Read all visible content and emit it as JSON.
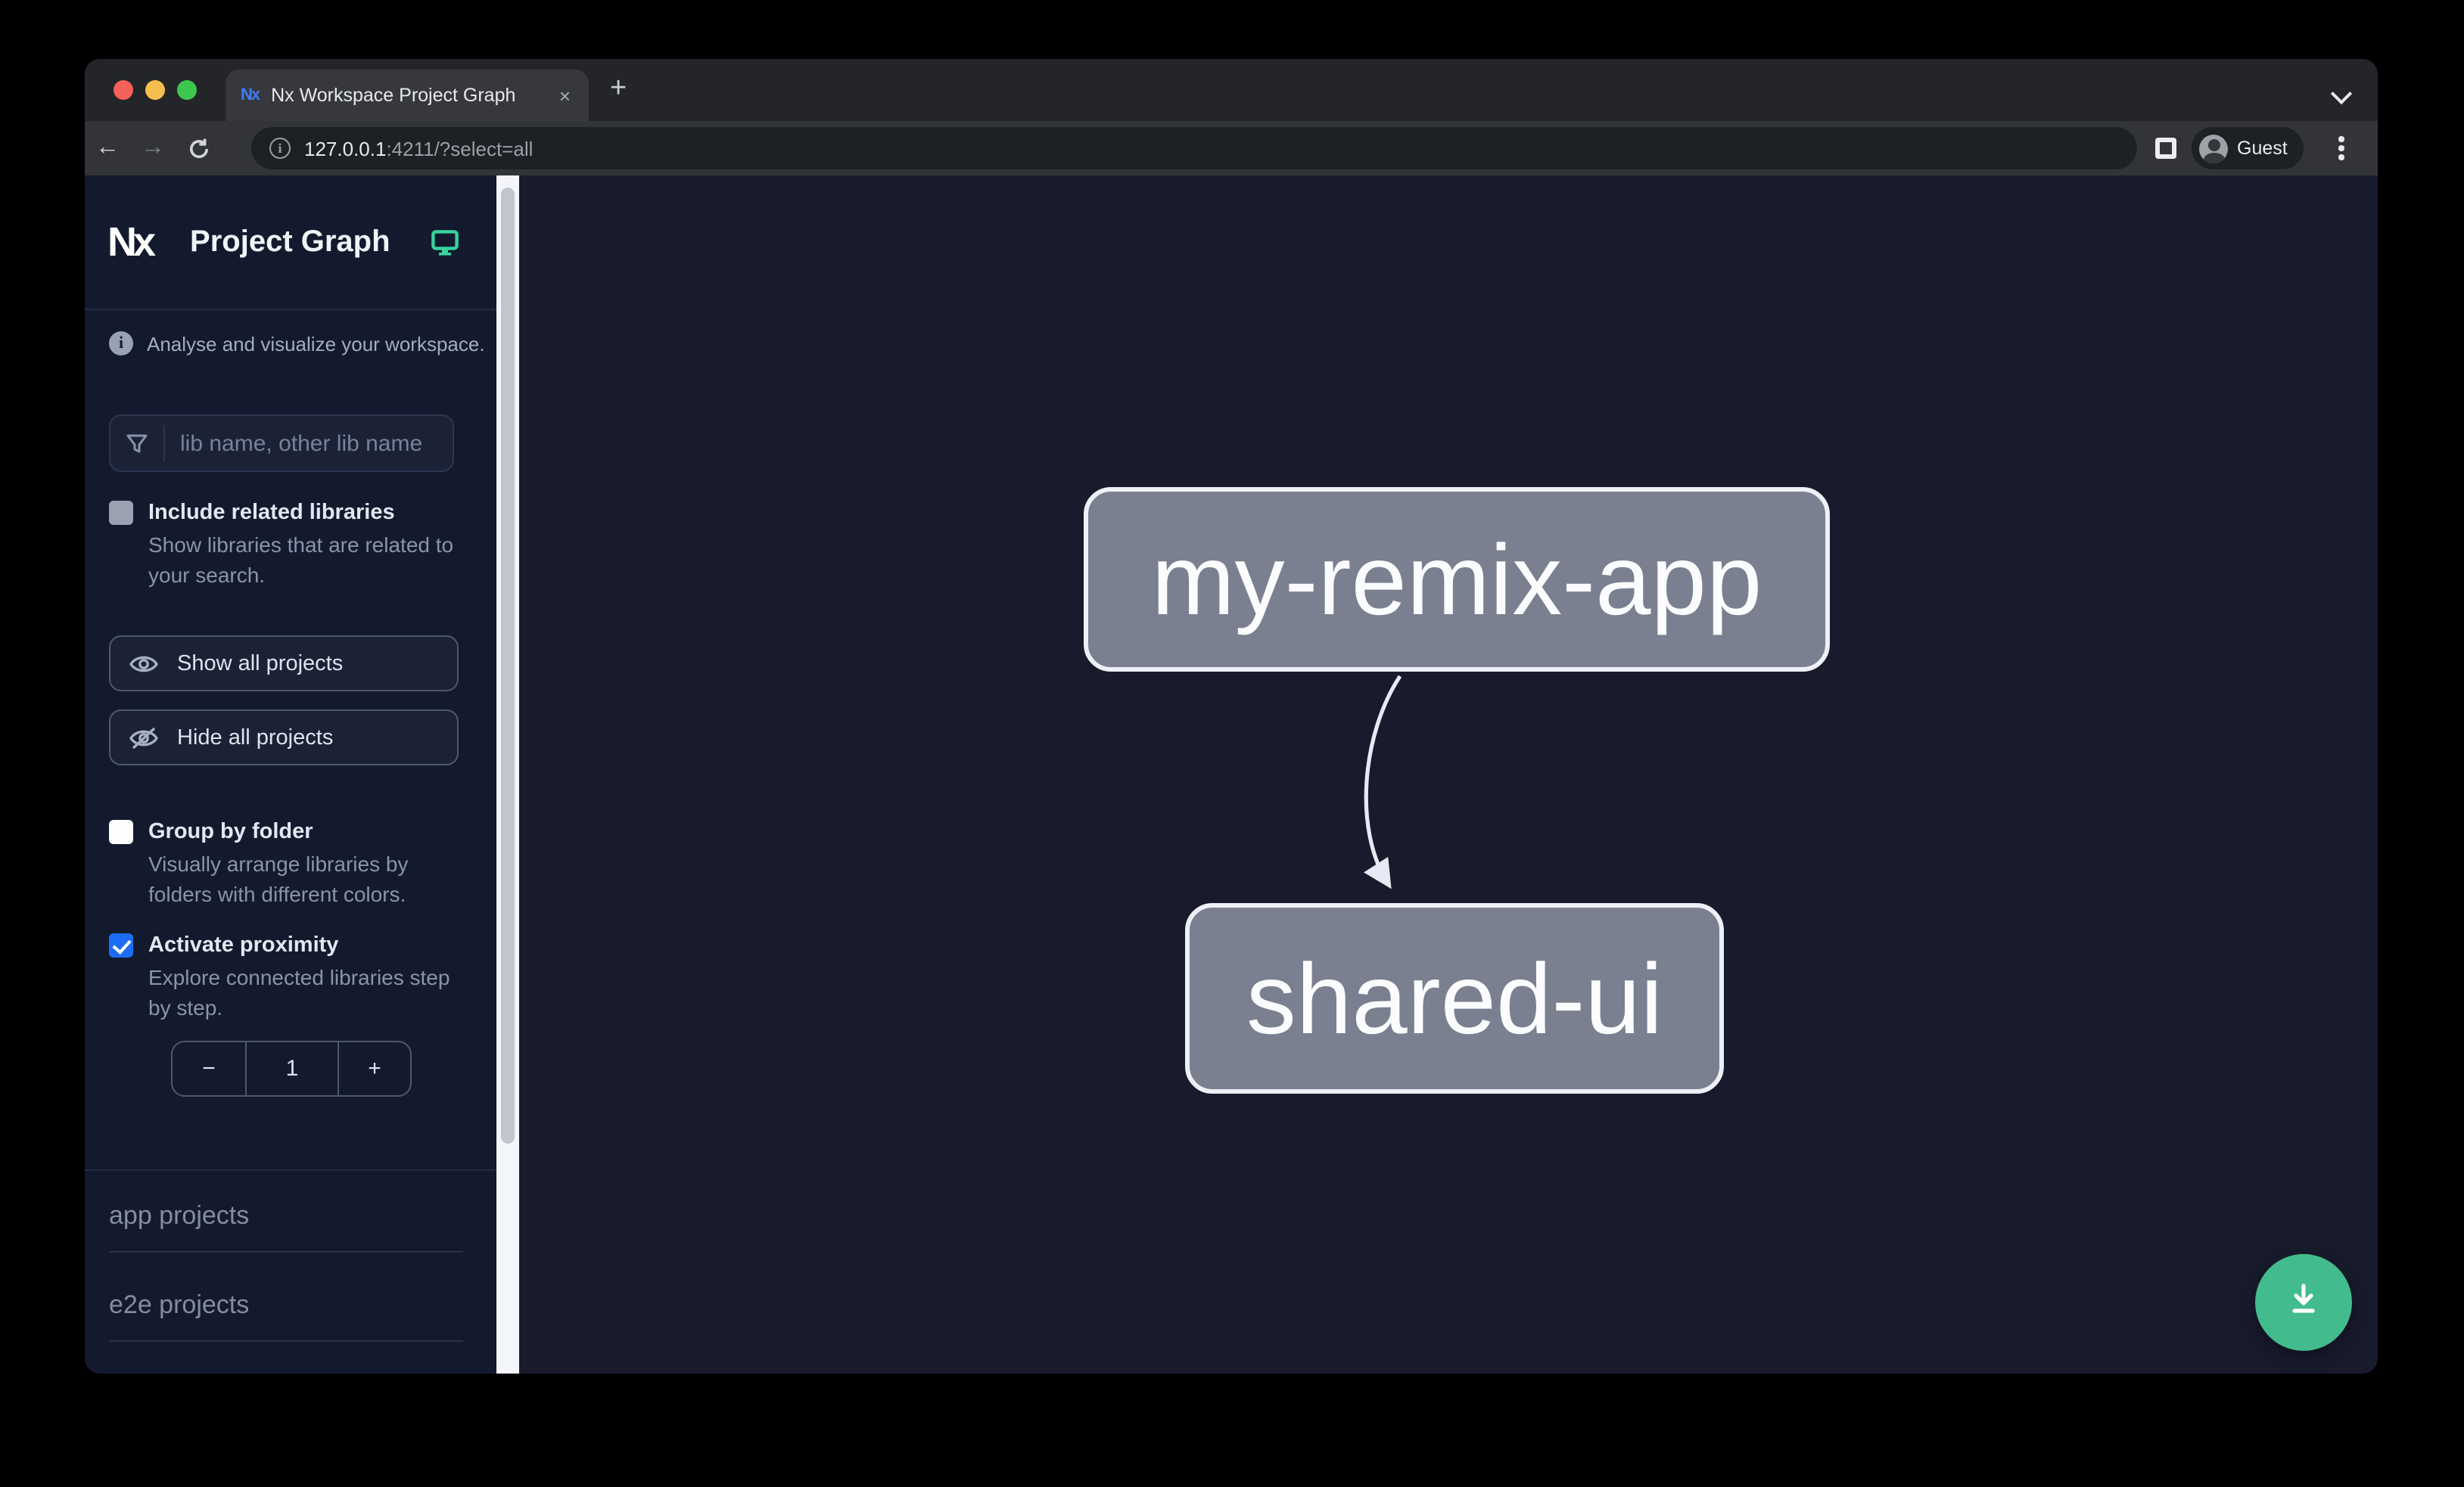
{
  "browser": {
    "tab": {
      "title": "Nx Workspace Project Graph",
      "close_glyph": "×",
      "favicon_text": "Nx"
    },
    "new_tab_glyph": "+",
    "nav": {
      "back_glyph": "←",
      "forward_glyph": "→"
    },
    "url": {
      "host": "127.0.0.1",
      "rest": ":4211/?select=all"
    },
    "profile": {
      "label": "Guest"
    }
  },
  "sidebar": {
    "logo_text": "Nx",
    "title": "Project Graph",
    "tagline": "Analyse and visualize your workspace.",
    "info_glyph": "i",
    "search": {
      "placeholder": "lib name, other lib name"
    },
    "options": [
      {
        "label": "Include related libraries",
        "description": "Show libraries that are related to your search.",
        "checked": false
      },
      {
        "label": "Group by folder",
        "description": "Visually arrange libraries by folders with different colors.",
        "checked": false
      },
      {
        "label": "Activate proximity",
        "description": "Explore connected libraries step by step.",
        "checked": true
      }
    ],
    "buttons": [
      {
        "label": "Show all projects",
        "icon": "eye-icon"
      },
      {
        "label": "Hide all projects",
        "icon": "eye-off-icon"
      }
    ],
    "stepper": {
      "decrement": "−",
      "value": "1",
      "increment": "+"
    },
    "sections": [
      {
        "label": "app projects"
      },
      {
        "label": "e2e projects"
      }
    ]
  },
  "graph": {
    "nodes": [
      {
        "id": "my-remix-app"
      },
      {
        "id": "shared-ui"
      }
    ],
    "edges": [
      {
        "from": "my-remix-app",
        "to": "shared-ui"
      }
    ]
  },
  "colors": {
    "accent_checkbox": "#1b6ef3",
    "node_fill": "#7b8090",
    "node_border": "#edf0f6",
    "fab_green": "#42bc8c",
    "monitor_icon": "#38d39f",
    "sidebar_bg": "#141a2e",
    "canvas_bg": "#181b2c"
  }
}
